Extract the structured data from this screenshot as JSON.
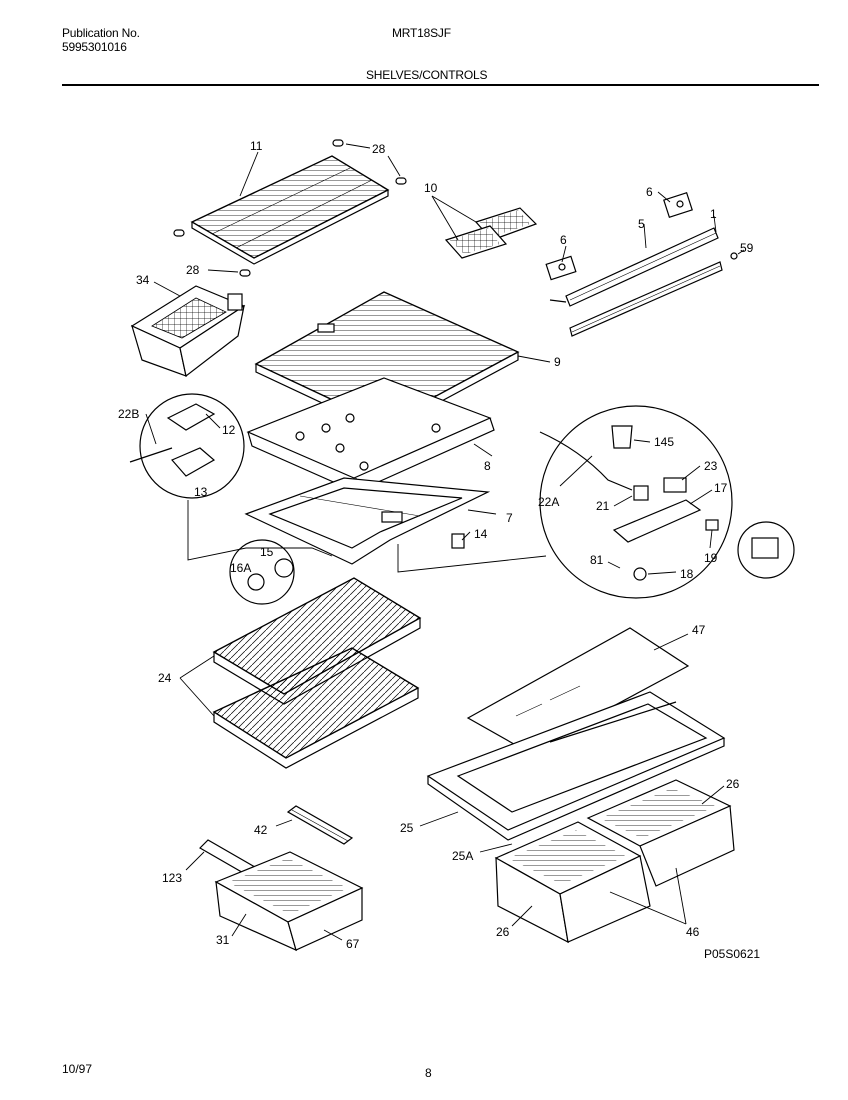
{
  "header": {
    "publication_label": "Publication No.",
    "publication_number": "5995301016",
    "model": "MRT18SJF",
    "section_title": "SHELVES/CONTROLS"
  },
  "footer": {
    "date": "10/97",
    "page": "8"
  },
  "diagram": {
    "figure_code": "P05S0621",
    "labels": {
      "l11": "11",
      "l28a": "28",
      "l28b": "28",
      "l10": "10",
      "l6a": "6",
      "l6b": "6",
      "l5": "5",
      "l1": "1",
      "l59": "59",
      "l34": "34",
      "l9": "9",
      "l22b": "22B",
      "l12": "12",
      "l13": "13",
      "l8": "8",
      "l7": "7",
      "l14": "14",
      "l15": "15",
      "l16a": "16A",
      "l145": "145",
      "l23": "23",
      "l17": "17",
      "l22a": "22A",
      "l21": "21",
      "l81": "81",
      "l18": "18",
      "l19": "19",
      "l47": "47",
      "l24": "24",
      "l26a": "26",
      "l25": "25",
      "l25a": "25A",
      "l26b": "26",
      "l46": "46",
      "l42": "42",
      "l123": "123",
      "l31": "31",
      "l67": "67"
    }
  }
}
